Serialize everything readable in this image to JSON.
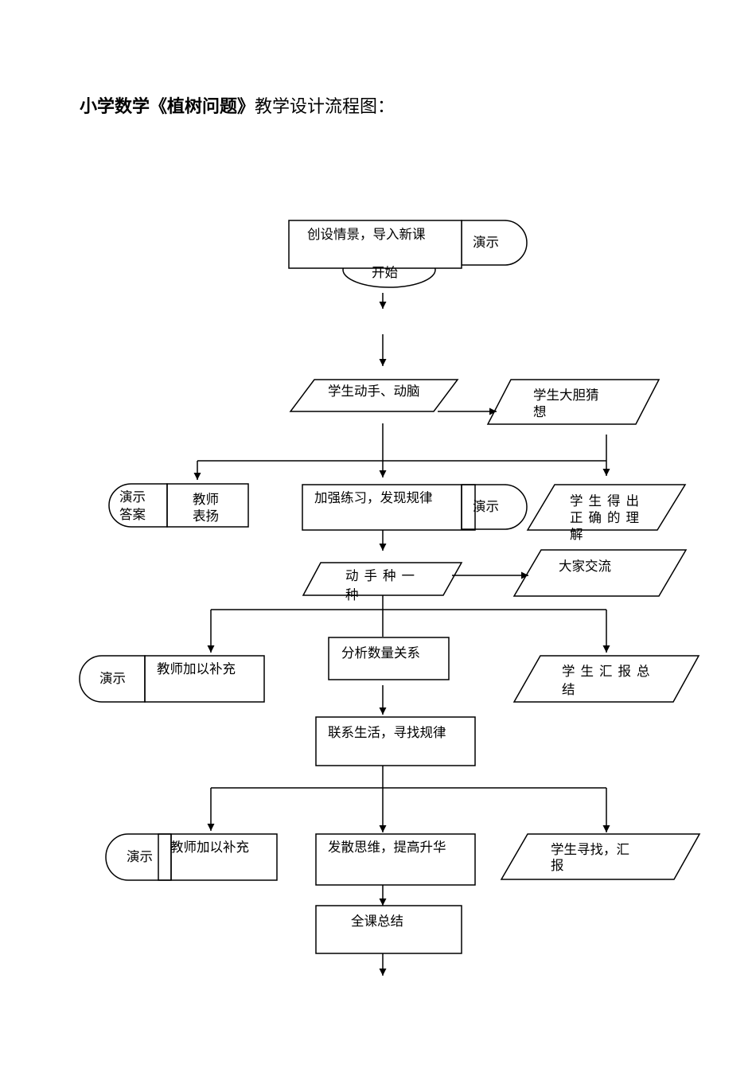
{
  "title": {
    "bold_part": "小学数学《植树问题》",
    "normal_part": "教学设计流程图："
  },
  "nodes": {
    "start": "开始",
    "intro": "创设情景，导入新课",
    "demo_1": "演示",
    "hands_on": "学生动手、动脑",
    "guess_1": "学生大胆猜",
    "guess_2": "想",
    "demo_answer_1": "演示",
    "demo_answer_2": "答案",
    "praise_1": "教师",
    "praise_2": "表扬",
    "practice": "加强练习，发现规律",
    "demo_2": "演示",
    "understand_1": "学生得出",
    "understand_2": "正确的理",
    "understand_3": "解",
    "plant_1": "动手种一",
    "plant_2": "种",
    "exchange": "大家交流",
    "demo_3": "演示",
    "supplement_1": "教师加以补充",
    "analyze": "分析数量关系",
    "report_1": "学生汇报总",
    "report_2": "结",
    "life": "联系生活，寻找规律",
    "demo_4": "演示",
    "supplement_2": "教师加以补充",
    "diverge": "发散思维，提高升华",
    "find_report_1": "学生寻找，汇",
    "find_report_2": "报",
    "summary": "全课总结"
  }
}
